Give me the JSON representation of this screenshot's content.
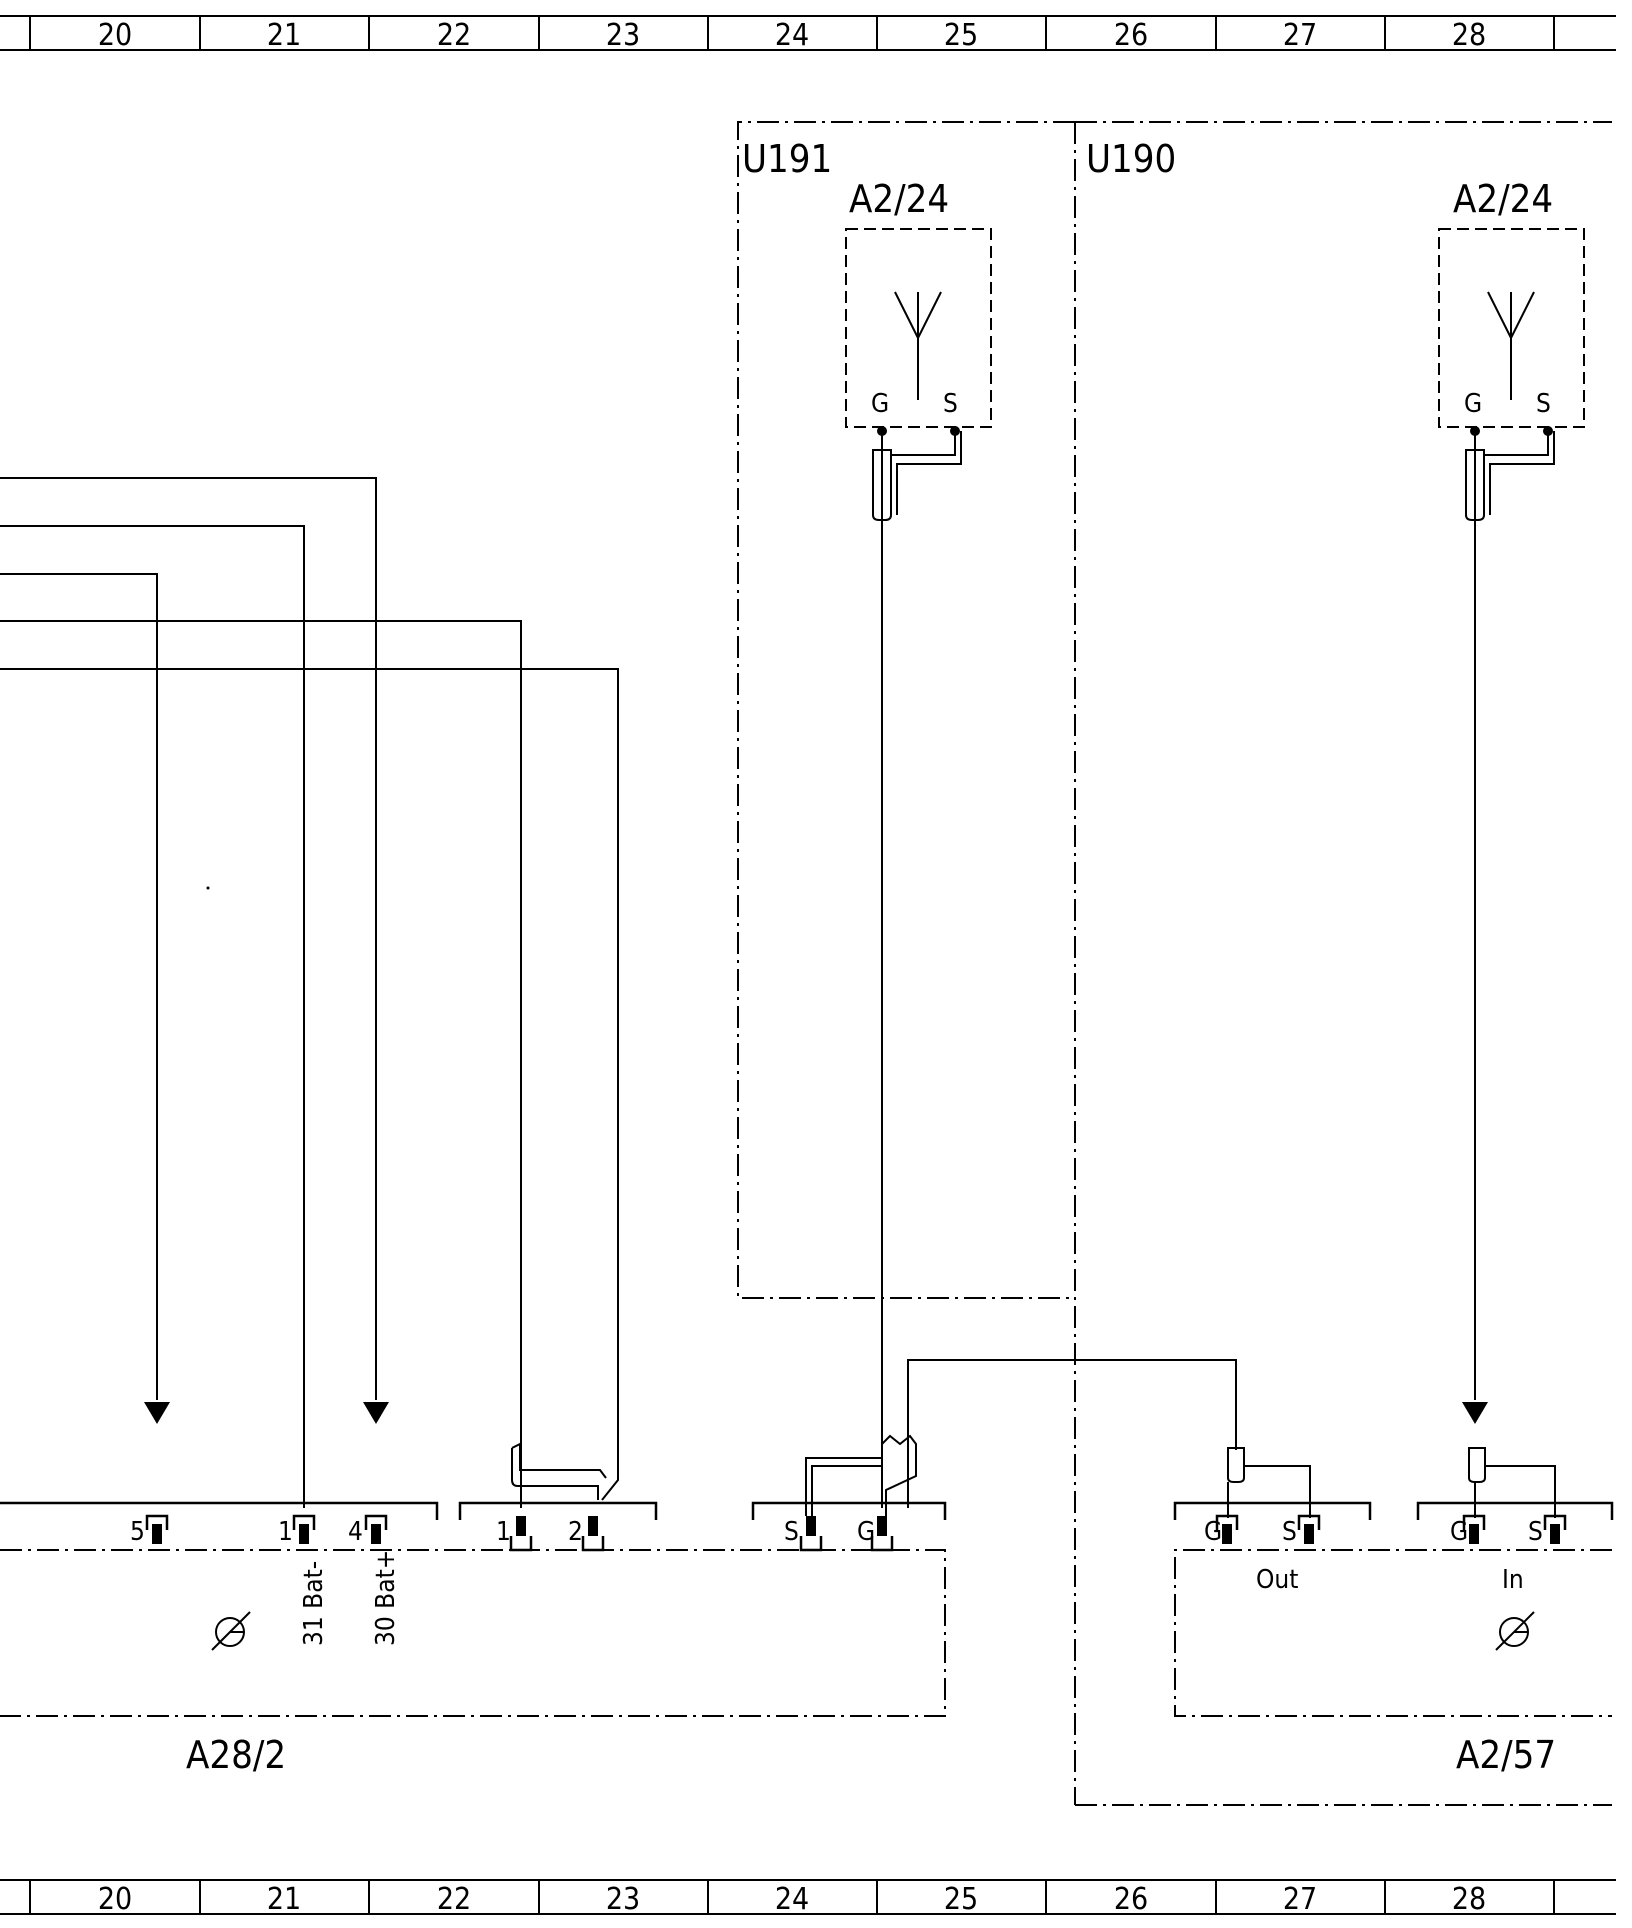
{
  "grid_columns": [
    "20",
    "21",
    "22",
    "23",
    "24",
    "25",
    "26",
    "27",
    "28"
  ],
  "units": {
    "u191": "U191",
    "u190": "U190"
  },
  "antenna_left": {
    "label": "A2/24",
    "pin_g": "G",
    "pin_s": "S"
  },
  "antenna_right": {
    "label": "A2/24",
    "pin_g": "G",
    "pin_s": "S"
  },
  "module_a28_2": {
    "label": "A28/2",
    "pin_5": "5",
    "pin_1": "1",
    "pin_4": "4",
    "pin_1b": "1",
    "pin_2": "2",
    "pin_s": "S",
    "pin_g": "G",
    "func_31": "31 Bat-",
    "func_30": "30 Bat+"
  },
  "module_a2_57": {
    "label": "A2/57",
    "pin_g_out": "G",
    "pin_s_out": "S",
    "pin_g_in": "G",
    "pin_s_in": "S",
    "label_out": "Out",
    "label_in": "In"
  }
}
